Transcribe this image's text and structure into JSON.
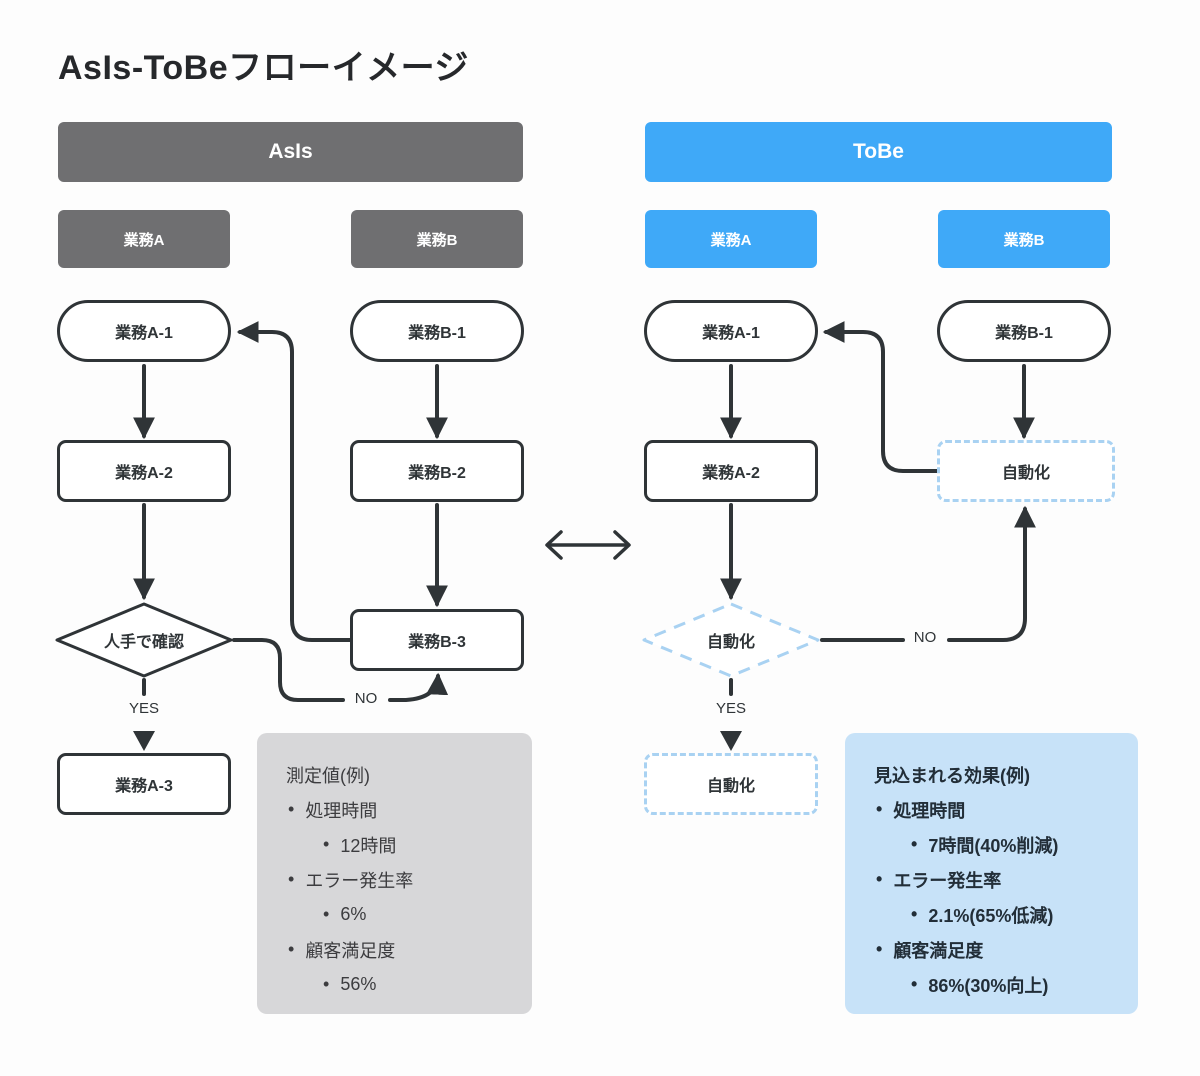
{
  "title": "AsIs-ToBeフローイメージ",
  "colors": {
    "asis_header": "#6F6F71",
    "tobe_header": "#3FA9F8",
    "connector_stroke": "#2F3437",
    "dashed_border": "#A9D2F2",
    "measurement_box_bg": "#D7D7D9",
    "effect_box_bg": "#C7E2F8"
  },
  "asis": {
    "header_label": "AsIs",
    "lane_a_label": "業務A",
    "lane_b_label": "業務B",
    "node_a1": "業務A-1",
    "node_a2": "業務A-2",
    "decision": "人手で確認",
    "node_a3": "業務A-3",
    "node_b1": "業務B-1",
    "node_b2": "業務B-2",
    "node_b3": "業務B-3",
    "yes_label": "YES",
    "no_label": "NO"
  },
  "tobe": {
    "header_label": "ToBe",
    "lane_a_label": "業務A",
    "lane_b_label": "業務B",
    "node_a1": "業務A-1",
    "node_a2": "業務A-2",
    "decision": "自動化",
    "node_auto_a": "自動化",
    "node_b1": "業務B-1",
    "node_auto_b": "自動化",
    "yes_label": "YES",
    "no_label": "NO"
  },
  "measurement_box": {
    "title": "測定値(例)",
    "items": [
      {
        "label": "処理時間",
        "value": "12時間"
      },
      {
        "label": "エラー発生率",
        "value": "6%"
      },
      {
        "label": "顧客満足度",
        "value": "56%"
      }
    ]
  },
  "effect_box": {
    "title": "見込まれる効果(例)",
    "items": [
      {
        "label": "処理時間",
        "value": "7時間(40%削減)"
      },
      {
        "label": "エラー発生率",
        "value": "2.1%(65%低減)"
      },
      {
        "label": "顧客満足度",
        "value": "86%(30%向上)"
      }
    ]
  }
}
